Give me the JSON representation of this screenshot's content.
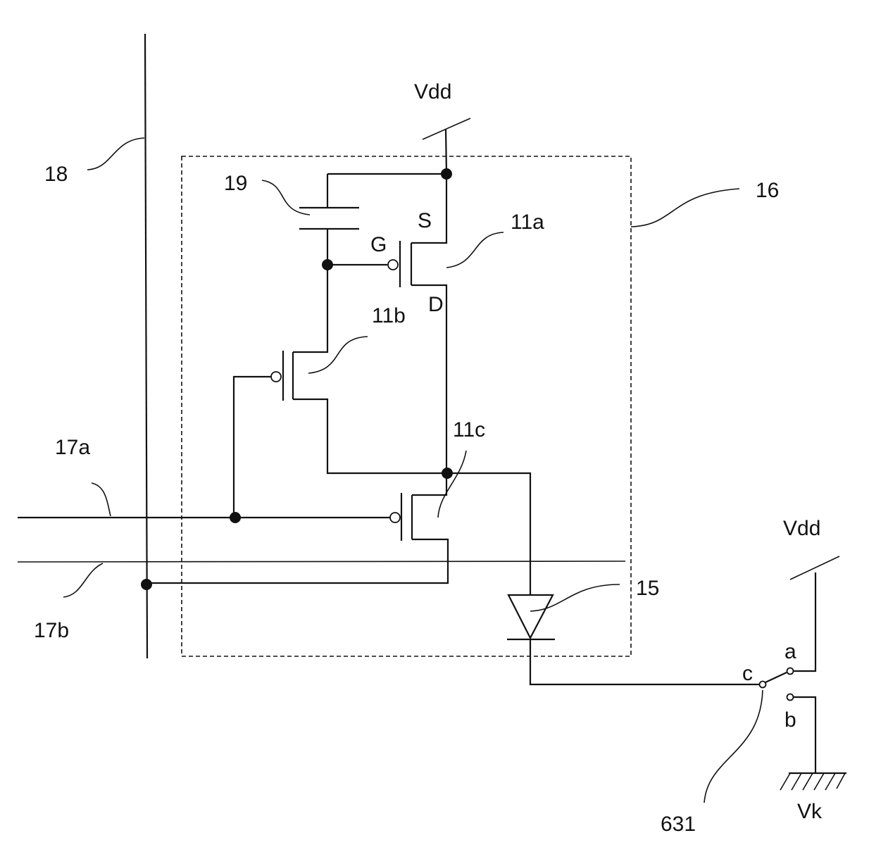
{
  "labels": {
    "vdd_top": "Vdd",
    "vdd_right": "Vdd",
    "line_18": "18",
    "cap_19": "19",
    "box_16": "16",
    "tr_11a": "11a",
    "tr_11b": "11b",
    "tr_11c": "11c",
    "source": "S",
    "gate": "G",
    "drain": "D",
    "line_17a": "17a",
    "line_17b": "17b",
    "el_15": "15",
    "switch_a": "a",
    "switch_b": "b",
    "switch_c": "c",
    "switch_631": "631",
    "vk": "Vk"
  }
}
